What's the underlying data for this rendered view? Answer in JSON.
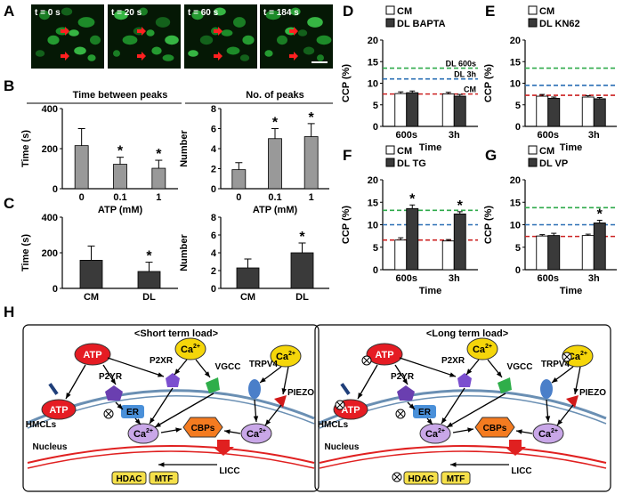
{
  "panels": {
    "A": "A",
    "B": "B",
    "C": "C",
    "D": "D",
    "E": "E",
    "F": "F",
    "G": "G",
    "H": "H"
  },
  "micrographs": [
    {
      "label": "t = 0 s"
    },
    {
      "label": "t = 20 s"
    },
    {
      "label": "t = 60 s"
    },
    {
      "label": "t = 184 s"
    }
  ],
  "colors": {
    "gray_bar": "#999999",
    "dark_bar": "#3a3a3a",
    "white_bar": "#ffffff",
    "green_line": "#2eaa4a",
    "blue_line": "#2a6fb5",
    "red_line": "#cc2222",
    "atp": "#e51c23",
    "ca_yellow": "#f5d60a",
    "ca_purple": "#c9a7e8",
    "cbp_orange": "#f47b20",
    "er_blue": "#4a90d9"
  },
  "chart_data": [
    {
      "id": "B-left",
      "type": "bar",
      "title": "Time between peaks",
      "xlabel": "ATP (mM)",
      "ylabel": "Time (s)",
      "ylim": [
        0,
        400
      ],
      "yticks": [
        "0",
        "200",
        "400"
      ],
      "categories": [
        "0",
        "0.1",
        "1"
      ],
      "values": [
        215,
        122,
        102
      ],
      "errors": [
        85,
        35,
        40
      ],
      "significance": [
        "",
        "*",
        "*"
      ]
    },
    {
      "id": "B-right",
      "type": "bar",
      "title": "No. of peaks",
      "xlabel": "ATP (mM)",
      "ylabel": "Number",
      "ylim": [
        0,
        8
      ],
      "yticks": [
        "0",
        "2",
        "4",
        "6",
        "8"
      ],
      "categories": [
        "0",
        "0.1",
        "1"
      ],
      "values": [
        1.9,
        5.0,
        5.2
      ],
      "errors": [
        0.7,
        1.0,
        1.3
      ],
      "significance": [
        "",
        "*",
        "*"
      ]
    },
    {
      "id": "C-left",
      "type": "bar",
      "ylabel": "Time (s)",
      "ylim": [
        0,
        400
      ],
      "yticks": [
        "0",
        "200",
        "400"
      ],
      "categories": [
        "CM",
        "DL"
      ],
      "values": [
        158,
        95
      ],
      "errors": [
        80,
        52
      ],
      "significance": [
        "",
        "*"
      ]
    },
    {
      "id": "C-right",
      "type": "bar",
      "ylabel": "Number",
      "ylim": [
        0,
        8
      ],
      "yticks": [
        "0",
        "2",
        "4",
        "6",
        "8"
      ],
      "categories": [
        "CM",
        "DL"
      ],
      "values": [
        2.3,
        4.0
      ],
      "errors": [
        1.0,
        1.1
      ],
      "significance": [
        "",
        "*"
      ]
    },
    {
      "id": "D",
      "type": "bar",
      "xlabel": "Time",
      "ylabel": "CCP (%)",
      "ylim": [
        0,
        20
      ],
      "yticks": [
        "0",
        "5",
        "10",
        "15",
        "20"
      ],
      "categories": [
        "600s",
        "3h"
      ],
      "series": [
        {
          "name": "CM",
          "values": [
            7.6,
            7.5
          ],
          "errors": [
            0.4,
            0.4
          ]
        },
        {
          "name": "DL BAPTA",
          "values": [
            7.8,
            7.0
          ],
          "errors": [
            0.4,
            0.4
          ]
        }
      ],
      "significance": [
        [
          "",
          ""
        ],
        [
          "",
          ""
        ]
      ],
      "ref_lines": [
        {
          "label": "DL 600s",
          "value": 13.5,
          "color": "green"
        },
        {
          "label": "DL 3h",
          "value": 11.0,
          "color": "blue"
        },
        {
          "label": "CM",
          "value": 7.5,
          "color": "red"
        }
      ]
    },
    {
      "id": "E",
      "type": "bar",
      "xlabel": "Time",
      "ylabel": "CCP (%)",
      "ylim": [
        0,
        20
      ],
      "yticks": [
        "0",
        "5",
        "10",
        "15",
        "20"
      ],
      "categories": [
        "600s",
        "3h"
      ],
      "series": [
        {
          "name": "CM",
          "values": [
            7.0,
            6.8
          ],
          "errors": [
            0.4,
            0.3
          ]
        },
        {
          "name": "DL KN62",
          "values": [
            6.5,
            6.4
          ],
          "errors": [
            0.3,
            0.3
          ]
        }
      ],
      "significance": [
        [
          "",
          ""
        ],
        [
          "",
          ""
        ]
      ],
      "ref_lines": [
        {
          "value": 13.5,
          "color": "green"
        },
        {
          "value": 9.5,
          "color": "blue"
        },
        {
          "value": 7.2,
          "color": "red"
        }
      ]
    },
    {
      "id": "F",
      "type": "bar",
      "xlabel": "Time",
      "ylabel": "CCP (%)",
      "ylim": [
        0,
        20
      ],
      "yticks": [
        "0",
        "5",
        "10",
        "15",
        "20"
      ],
      "categories": [
        "600s",
        "3h"
      ],
      "series": [
        {
          "name": "CM",
          "values": [
            6.6,
            6.4
          ],
          "errors": [
            0.5,
            0.3
          ]
        },
        {
          "name": "DL TG",
          "values": [
            13.6,
            12.4
          ],
          "errors": [
            0.8,
            0.5
          ]
        }
      ],
      "significance": [
        [
          "",
          ""
        ],
        [
          "*",
          "*"
        ]
      ],
      "ref_lines": [
        {
          "value": 13.2,
          "color": "green"
        },
        {
          "value": 10.0,
          "color": "blue"
        },
        {
          "value": 6.6,
          "color": "red"
        }
      ]
    },
    {
      "id": "G",
      "type": "bar",
      "xlabel": "Time",
      "ylabel": "CCP (%)",
      "ylim": [
        0,
        20
      ],
      "yticks": [
        "0",
        "5",
        "10",
        "15",
        "20"
      ],
      "categories": [
        "600s",
        "3h"
      ],
      "series": [
        {
          "name": "CM",
          "values": [
            7.5,
            7.6
          ],
          "errors": [
            0.3,
            0.3
          ]
        },
        {
          "name": "DL VP",
          "values": [
            7.6,
            10.4
          ],
          "errors": [
            0.5,
            0.6
          ]
        }
      ],
      "significance": [
        [
          "",
          ""
        ],
        [
          "",
          "*"
        ]
      ],
      "ref_lines": [
        {
          "value": 13.8,
          "color": "green"
        },
        {
          "value": 10.0,
          "color": "blue"
        },
        {
          "value": 7.4,
          "color": "red"
        }
      ]
    }
  ],
  "diagram": {
    "short_title": "<Short term load>",
    "long_title": "<Long term load>",
    "labels": {
      "atp": "ATP",
      "p2xr": "P2XR",
      "p2yr": "P2YR",
      "vgcc": "VGCC",
      "trpv4": "TRPV4",
      "piezo": "PIEZO",
      "ca": "Ca",
      "ca_sup": "2+",
      "er": "ER",
      "cbps": "CBPs",
      "hmcls": "HMCLs",
      "nucleus": "Nucleus",
      "licc": "LICC",
      "hdac": "HDAC",
      "mtf": "MTF"
    }
  }
}
